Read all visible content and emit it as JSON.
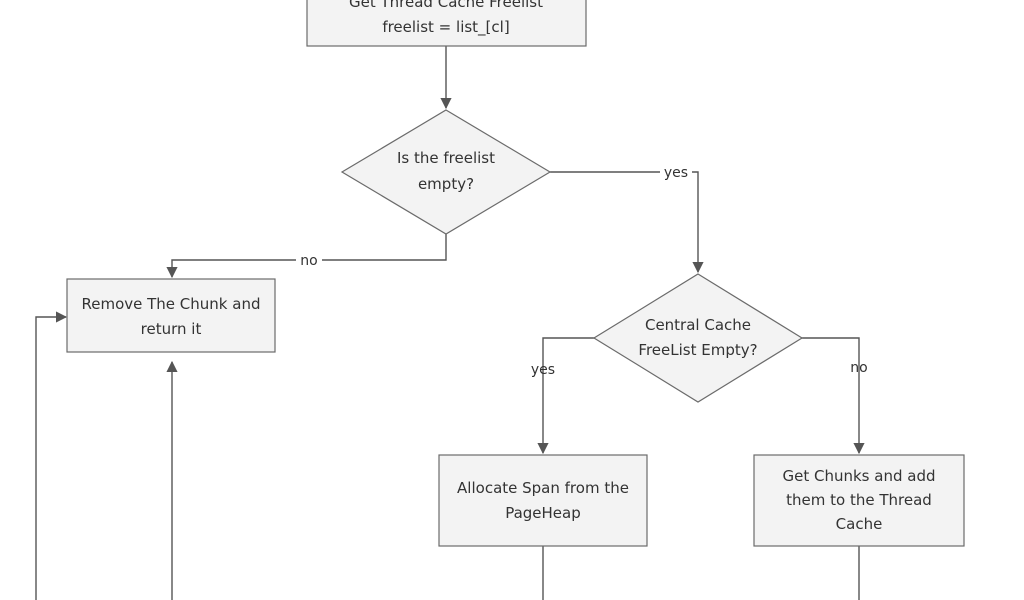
{
  "nodes": {
    "get_freelist": {
      "line1": "Get Thread Cache Freelist",
      "line2": "freelist = list_[cl]"
    },
    "freelist_empty": {
      "line1": "Is the freelist",
      "line2": "empty?"
    },
    "remove_chunk": {
      "line1": "Remove The Chunk and",
      "line2": "return it"
    },
    "central_cache_empty": {
      "line1": "Central Cache",
      "line2": "FreeList Empty?"
    },
    "allocate_span": {
      "line1": "Allocate Span from the",
      "line2": "PageHeap"
    },
    "get_chunks": {
      "line1": "Get Chunks and add",
      "line2": "them to the Thread",
      "line3": "Cache"
    }
  },
  "edges": {
    "freelist_yes": "yes",
    "freelist_no": "no",
    "central_yes": "yes",
    "central_no": "no"
  },
  "colors": {
    "node_fill": "#f3f3f3",
    "node_stroke": "#6b6b6b",
    "edge_stroke": "#555555",
    "text": "#333333"
  }
}
